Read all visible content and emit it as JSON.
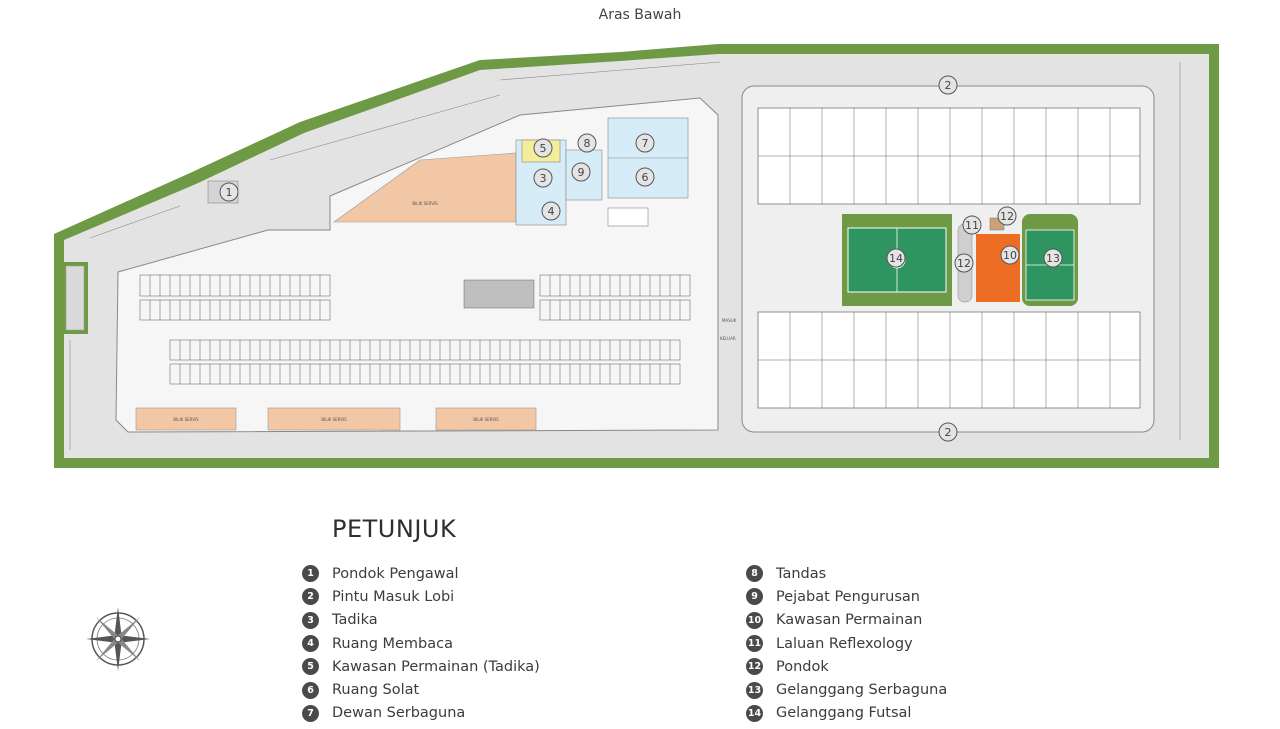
{
  "plan": {
    "title": "Aras Bawah",
    "labels": {
      "bilik_servis": "BILIK SERVIS",
      "masuk": "MASUK",
      "keluar": "KELUAR"
    }
  },
  "markers": [
    "1",
    "2",
    "2",
    "3",
    "4",
    "5",
    "6",
    "7",
    "8",
    "9",
    "10",
    "11",
    "12",
    "12",
    "13",
    "14"
  ],
  "legend": {
    "heading": "PETUNJUK",
    "items": [
      {
        "num": "1",
        "label": "Pondok Pengawal"
      },
      {
        "num": "2",
        "label": "Pintu Masuk Lobi"
      },
      {
        "num": "3",
        "label": "Tadika"
      },
      {
        "num": "4",
        "label": "Ruang Membaca"
      },
      {
        "num": "5",
        "label": "Kawasan Permainan (Tadika)"
      },
      {
        "num": "6",
        "label": "Ruang Solat"
      },
      {
        "num": "7",
        "label": "Dewan Serbaguna"
      },
      {
        "num": "8",
        "label": "Tandas"
      },
      {
        "num": "9",
        "label": "Pejabat Pengurusan"
      },
      {
        "num": "10",
        "label": "Kawasan Permainan"
      },
      {
        "num": "11",
        "label": "Laluan Reflexology"
      },
      {
        "num": "12",
        "label": "Pondok"
      },
      {
        "num": "13",
        "label": "Gelanggang Serbaguna"
      },
      {
        "num": "14",
        "label": "Gelanggang Futsal"
      }
    ]
  },
  "colors": {
    "boundary_green": "#6f9a45",
    "paving": "#e3e3e3",
    "building": "#ffffff",
    "service_room": "#f2c7a6",
    "kindergarten_blue": "#d6ecf7",
    "play_yellow": "#f3ee9c",
    "futsal_green": "#2e9560",
    "multipurpose_green": "#2e9560",
    "play_orange": "#ee6d24",
    "marker_grey": "#4a4a4a"
  }
}
